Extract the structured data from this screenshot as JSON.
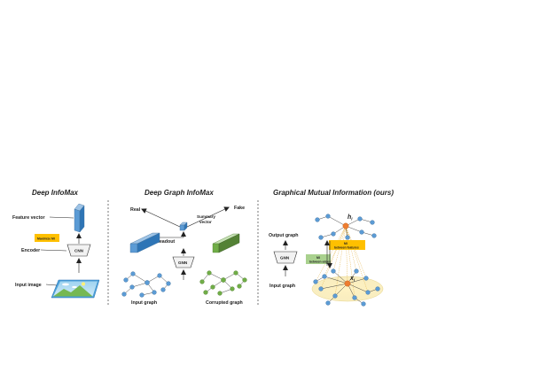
{
  "titles": {
    "dim": "Deep InfoMax",
    "dgi": "Deep Graph InfoMax",
    "gmi": "Graphical Mutual Information (ours)"
  },
  "dim": {
    "feature_vector": "Feature vector",
    "maximize_mi": "Maximize MI",
    "encoder": "Encoder",
    "cnn": "CNN",
    "input_image": "Input image"
  },
  "dgi": {
    "real": "Real",
    "fake": "Fake",
    "summary_vector_1": "Summary",
    "summary_vector_2": "vector",
    "readout": "Readout",
    "gnn": "GNN",
    "input_graph": "Input graph",
    "corrupted_graph": "Corrupted graph"
  },
  "gmi": {
    "output_graph": "Output graph",
    "gnn": "GNN",
    "input_graph": "Input graph",
    "mi_features_1": "MI",
    "mi_features_2": "between features",
    "mi_edges_1": "MI",
    "mi_edges_2": "between edges",
    "h_label": "h",
    "h_sub": "i",
    "x_label": "x",
    "x_sub": "i"
  },
  "colors": {
    "node_blue": "#5b9bd5",
    "node_green": "#70ad47",
    "center_orange": "#ed7d31",
    "mi_yellow": "#ffc000",
    "mi_green": "#a9d18e",
    "feature_blue": "#5b9bd5",
    "fake_green": "#70ad47",
    "separator": "#555555"
  }
}
